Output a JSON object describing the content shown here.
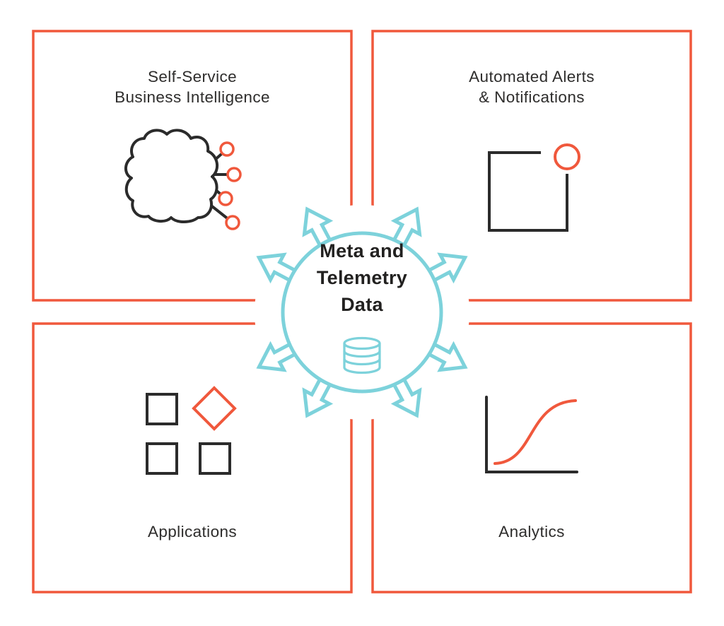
{
  "colors": {
    "accent_orange": "#F0583C",
    "accent_teal": "#7DD2DB",
    "ink": "#2B2B2B",
    "background": "#FFFFFF"
  },
  "hub": {
    "title_line1": "Meta and",
    "title_line2": "Telemetry",
    "title_line3": "Data",
    "icon": "database-icon",
    "surround_icon": "outward-arrows-circle-icon"
  },
  "quadrants": {
    "top_left": {
      "label_line1": "Self-Service",
      "label_line2": "Business Intelligence",
      "icon": "cloud-network-icon"
    },
    "top_right": {
      "label_line1": "Automated Alerts",
      "label_line2": "& Notifications",
      "icon": "alert-monitor-icon"
    },
    "bottom_left": {
      "label_line1": "Applications",
      "label_line2": "",
      "icon": "app-modules-icon"
    },
    "bottom_right": {
      "label_line1": "Analytics",
      "label_line2": "",
      "icon": "growth-chart-icon"
    }
  }
}
